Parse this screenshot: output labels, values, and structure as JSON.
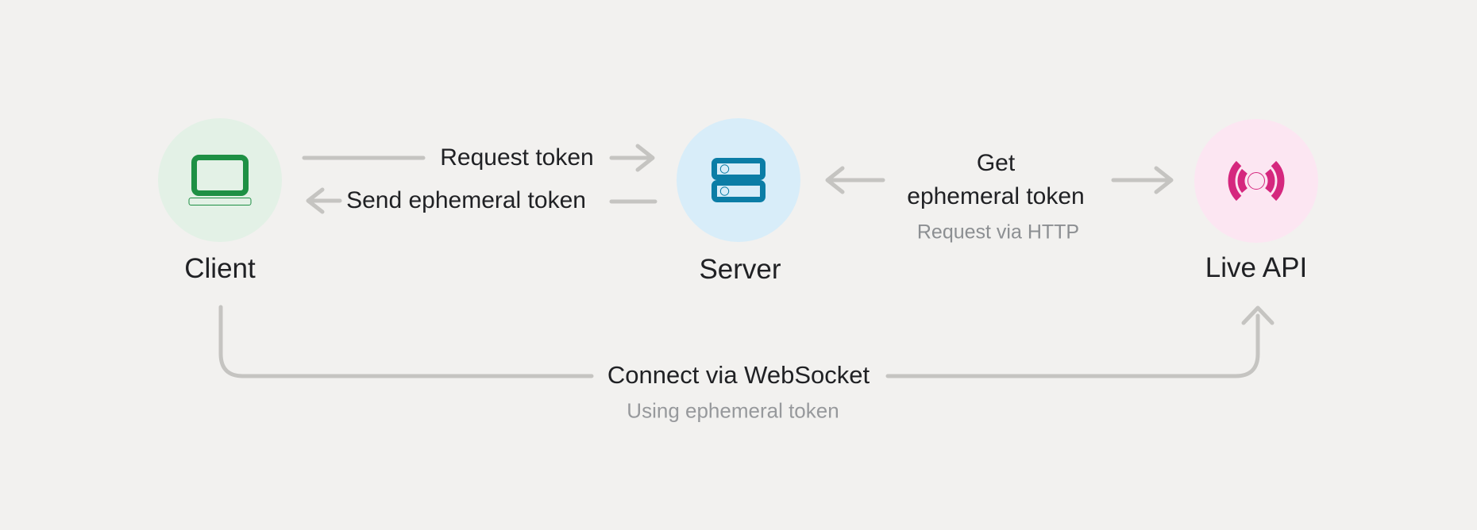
{
  "diagram": {
    "background_color": "#f2f1ef",
    "connector_color": "#c5c4c1",
    "text_color": "#202124",
    "subtext_color": "#8c8f92",
    "nodes": {
      "client": {
        "label": "Client",
        "icon": "laptop-icon",
        "circle_color": "#e3f1e6",
        "icon_color": "#1e9044"
      },
      "server": {
        "label": "Server",
        "icon": "server-icon",
        "circle_color": "#d8edf9",
        "icon_color": "#0b7da6"
      },
      "live_api": {
        "label": "Live API",
        "icon": "broadcast-icon",
        "circle_color": "#fce6f2",
        "icon_color": "#d5277e"
      }
    },
    "edges": {
      "request_token": {
        "from": "client",
        "to": "server",
        "label": "Request token",
        "direction": "right"
      },
      "send_ephemeral_token": {
        "from": "server",
        "to": "client",
        "label": "Send ephemeral token",
        "direction": "left"
      },
      "get_ephemeral_token": {
        "from": "server",
        "to": "live_api",
        "label": "Get ephemeral token",
        "label_lines": [
          "Get",
          "ephemeral token"
        ],
        "sublabel": "Request via HTTP",
        "direction": "both-outward"
      },
      "connect_websocket": {
        "from": "client",
        "to": "live_api",
        "label": "Connect via WebSocket",
        "sublabel": "Using ephemeral token",
        "direction": "up-into-live-api"
      }
    }
  }
}
